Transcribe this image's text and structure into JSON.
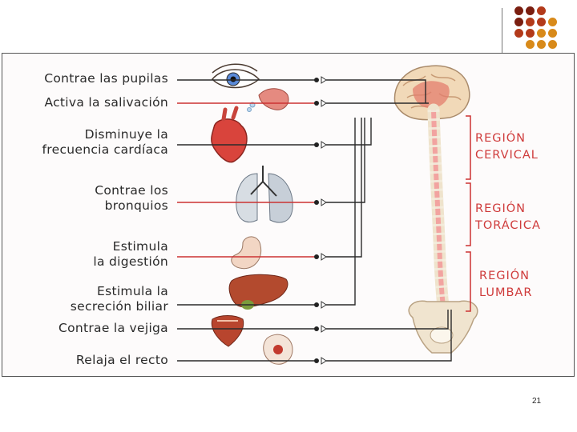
{
  "functions": [
    {
      "label": "Contrae las pupilas"
    },
    {
      "label": "Activa la salivación"
    },
    {
      "label": "Disminuye la\nfrecuencia cardíaca"
    },
    {
      "label": "Contrae los\nbronquios"
    },
    {
      "label": "Estimula\nla digestión"
    },
    {
      "label": "Estimula la\nsecreción biliar"
    },
    {
      "label": "Contrae la vejiga"
    },
    {
      "label": "Relaja el recto"
    }
  ],
  "regions": [
    {
      "label": "REGIÓN\nCERVICAL"
    },
    {
      "label": "REGIÓN\nTORÁCICA"
    },
    {
      "label": "REGIÓN\nLUMBAR"
    }
  ],
  "page_number": "21",
  "colors": {
    "line_dark": "#2b2b2b",
    "line_red": "#cc3333",
    "spine": "#f2a3a0",
    "bone": "#efe3cc",
    "region_text": "#cf3b3b",
    "dots": [
      "#7a1e10",
      "#b33a1a",
      "#d88a1a"
    ]
  },
  "icons": [
    "eye-icon",
    "salivary-gland-icon",
    "heart-icon",
    "lungs-icon",
    "stomach-icon",
    "liver-icon",
    "bladder-icon",
    "rectum-icon",
    "brain-icon",
    "spinal-cord-icon",
    "pelvis-icon"
  ]
}
